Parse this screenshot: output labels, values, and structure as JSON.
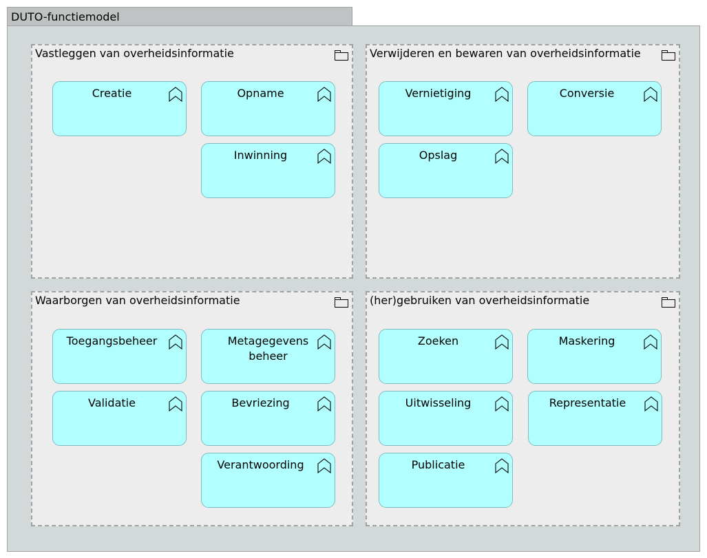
{
  "model": {
    "title": "DUTO-functiemodel"
  },
  "groups": [
    {
      "title": "Vastleggen van overheidsinformatie",
      "functions": [
        "Creatie",
        "Opname",
        "Inwinning"
      ]
    },
    {
      "title": "Verwijderen en bewaren van overheidsinformatie",
      "functions": [
        "Vernietiging",
        "Conversie",
        "Opslag"
      ]
    },
    {
      "title": "Waarborgen van overheidsinformatie",
      "functions": [
        "Toegangsbeheer",
        "Metagegevens beheer",
        "Validatie",
        "Bevriezing",
        "Verantwoording"
      ]
    },
    {
      "title": "(her)gebruiken van overheidsinformatie",
      "functions": [
        "Zoeken",
        "Maskering",
        "Uitwisseling",
        "Representatie",
        "Publicatie"
      ]
    }
  ],
  "icons": {
    "group": "folder-icon",
    "function": "function-icon"
  },
  "colors": {
    "function_fill": "#b2ffff",
    "group_fill": "#ededed",
    "frame_fill": "#d3d8d8"
  }
}
